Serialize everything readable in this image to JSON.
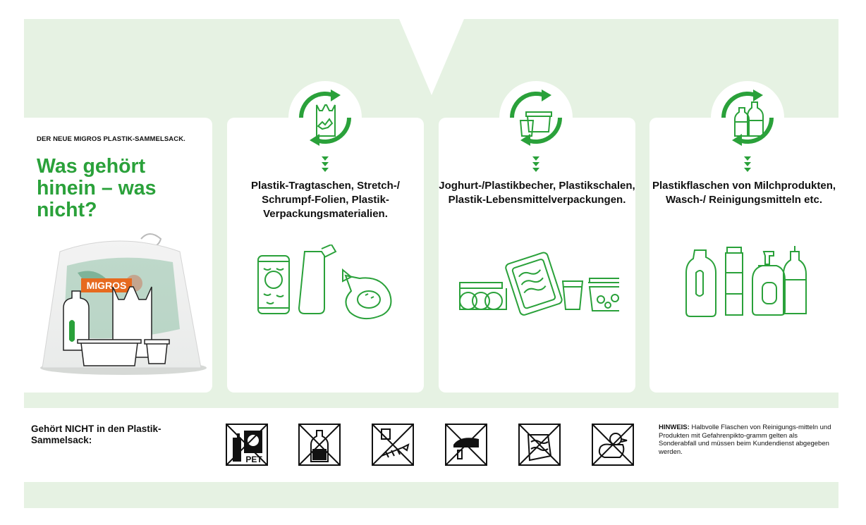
{
  "intro": {
    "subtitle": "DER NEUE MIGROS PLASTIK-SAMMELSACK.",
    "headline": "Was gehört hinein – was nicht?",
    "bag_brand": "MIGROS"
  },
  "categories": [
    {
      "text": "Plastik-Tragtaschen, Stretch-/ Schrumpf-Folien, Plastik-Verpackungsmaterialien.",
      "icon": "shopping-bag-icon"
    },
    {
      "text": "Joghurt-/Plastikbecher, Plastikschalen, Plastik-Lebensmittelverpackungen.",
      "icon": "food-container-icon"
    },
    {
      "text": "Plastikflaschen von Milchprodukten, Wasch-/ Reinigungsmitteln etc.",
      "icon": "bottles-icon"
    }
  ],
  "not_allowed": {
    "label": "Gehört NICHT in den Plastik-Sammelsack:",
    "pet_text": "PET",
    "items": [
      "pet-bottle-icon",
      "oil-bottle-icon",
      "food-waste-icon",
      "iron-icon",
      "sandwich-wrap-icon",
      "rubber-duck-icon"
    ]
  },
  "hint": {
    "label": "HINWEIS:",
    "text": "Halbvolle Flaschen von Reinigungs-mitteln und Produkten mit Gefahrenpikto-gramm gelten als Sonderabfall und müssen beim Kundendienst abgegeben werden."
  },
  "colors": {
    "accent": "#2aa13a",
    "background": "#e6f2e3"
  }
}
